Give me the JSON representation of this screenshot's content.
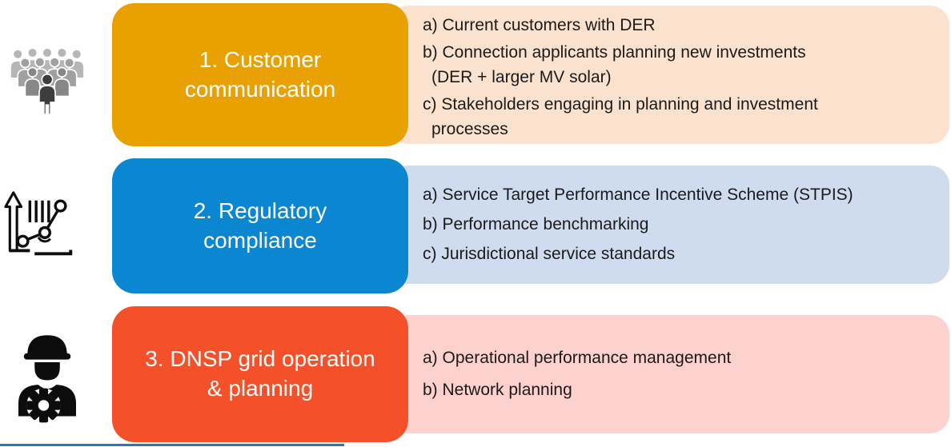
{
  "page": {
    "background_color": "#FFFFFF"
  },
  "rows": [
    {
      "name": "customer-communication",
      "icon": "people-crowd-icon",
      "title": "1. Customer\ncommunication",
      "box_color": "#E9A102",
      "panel_color": "#FBE2CF",
      "items": [
        "a) Current customers with DER",
        "b) Connection applicants planning new investments\n(DER + larger MV solar)",
        "c) Stakeholders engaging in planning and investment\nprocesses"
      ]
    },
    {
      "name": "regulatory-compliance",
      "icon": "growth-chart-icon",
      "title": "2. Regulatory\ncompliance",
      "box_color": "#0B86D1",
      "panel_color": "#CFDBEE",
      "items": [
        "a) Service Target Performance Incentive Scheme (STPIS)",
        "b) Performance benchmarking",
        "c) Jurisdictional service standards"
      ]
    },
    {
      "name": "dnsp-grid-operation-planning",
      "icon": "worker-gear-icon",
      "title": "3. DNSP grid operation\n& planning",
      "box_color": "#F4512B",
      "panel_color": "#FDD1CE",
      "items": [
        "a) Operational performance management",
        "b) Network planning"
      ]
    }
  ],
  "text": {
    "panel_text_color": "#1A1A1A",
    "box_text_color": "#FFFFFF",
    "people_icon_grays": [
      "#B6B6B6",
      "#A0A0A0",
      "#878787",
      "#3D3D3D"
    ],
    "line_icon_color": "#0D0D0D"
  },
  "footer": {
    "accent_line_color": "#2E75B6"
  }
}
